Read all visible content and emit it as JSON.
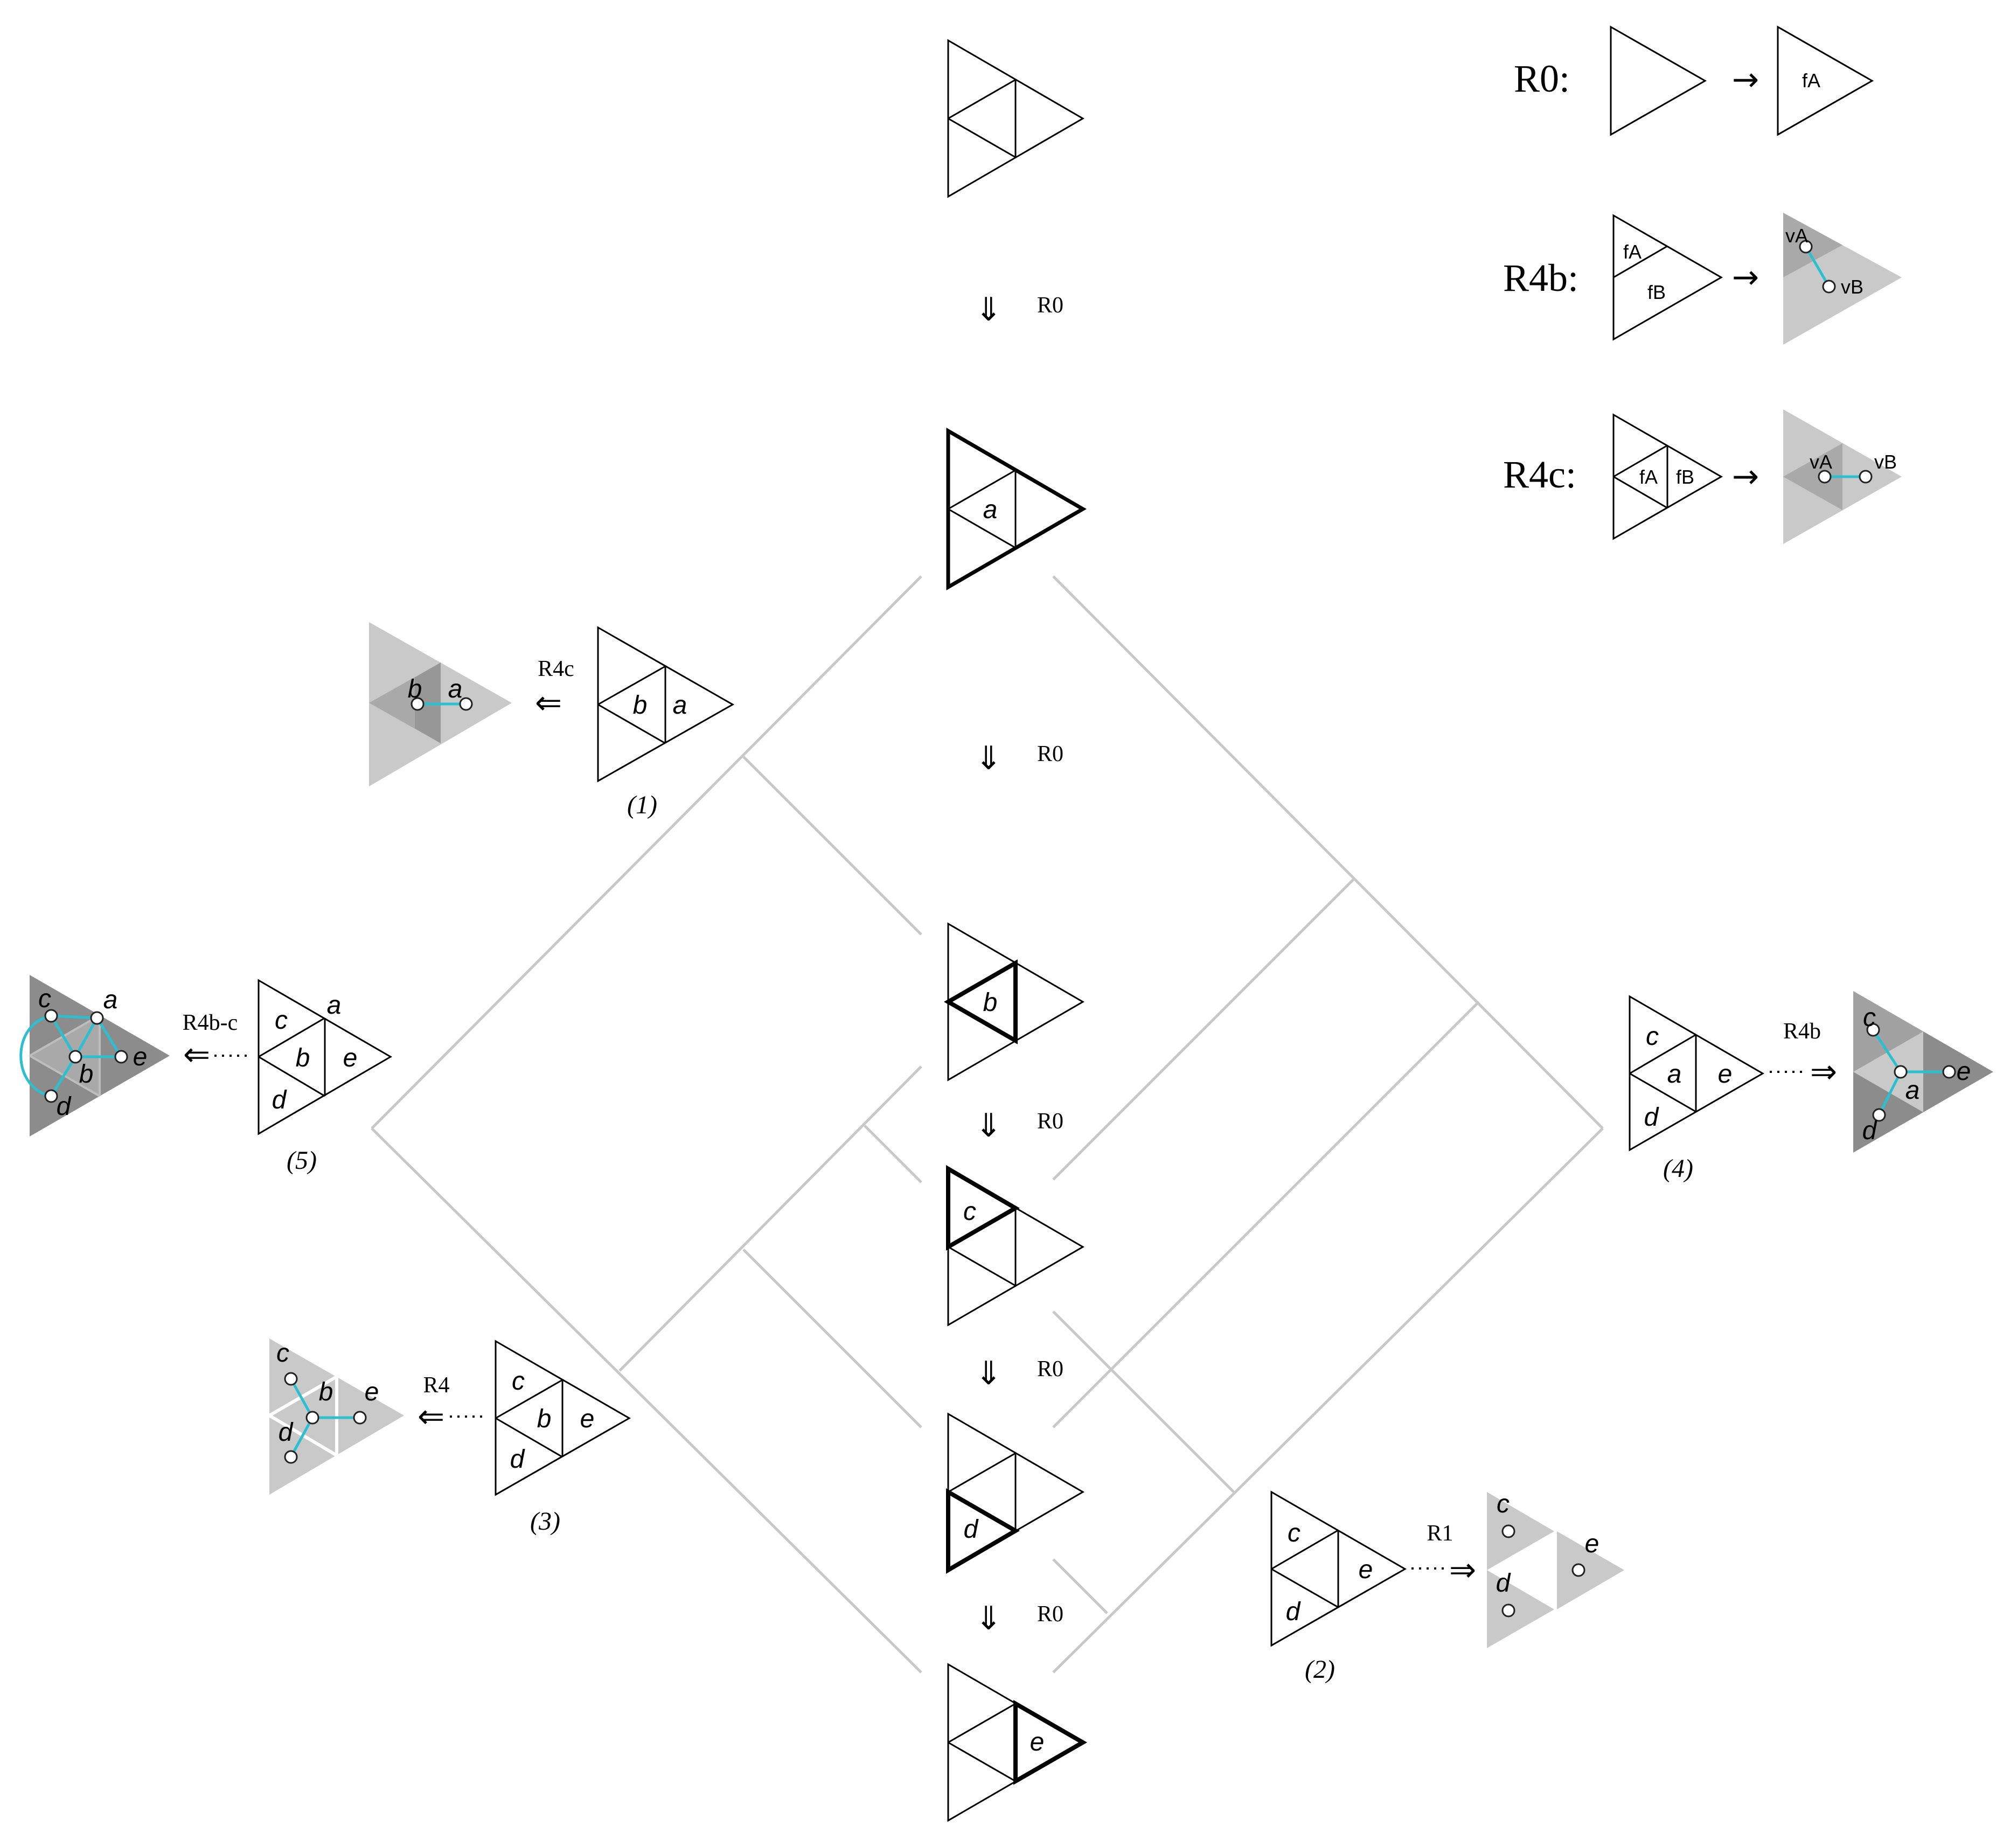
{
  "rules": {
    "r0": {
      "label": "R0:",
      "face": "fA"
    },
    "r4b": {
      "label": "R4b:",
      "face_a": "fA",
      "face_b": "fB",
      "vertex_a": "vA",
      "vertex_b": "vB"
    },
    "r4c": {
      "label": "R4c:",
      "face_a": "fA",
      "face_b": "fB",
      "vertex_a": "vA",
      "vertex_b": "vB"
    },
    "arrow": "→"
  },
  "main": {
    "step_label": "R0",
    "step_arrow": "⇓",
    "labels": {
      "a": "a",
      "b": "b",
      "c": "c",
      "d": "d",
      "e": "e"
    }
  },
  "outcomes": {
    "o1": {
      "caption": "(1)",
      "rule": "R4c",
      "arrow": "⇐"
    },
    "o2": {
      "caption": "(2)",
      "rule": "R1",
      "arrow": "⇒"
    },
    "o3": {
      "caption": "(3)",
      "rule": "R4",
      "arrow": "⇐"
    },
    "o4": {
      "caption": "(4)",
      "rule": "R4b",
      "arrow": "⇒"
    },
    "o5": {
      "caption": "(5)",
      "rule": "R4b-c",
      "arrow": "⇐"
    }
  },
  "colors": {
    "connector": "#c8c8c8",
    "link": "#2bbfcf",
    "shade_light": "#c9c9c9",
    "shade_mid": "#a9a9a9",
    "shade_dark": "#8c8c8c"
  }
}
